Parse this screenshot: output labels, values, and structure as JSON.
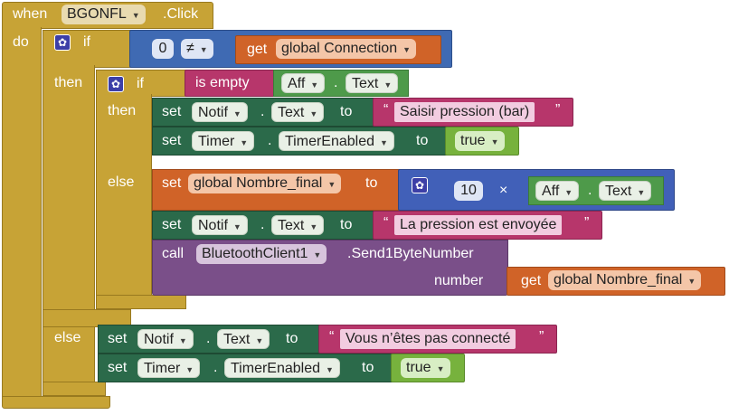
{
  "event": {
    "when": "when",
    "component": "BGONFL",
    "event_name": ".Click",
    "do": "do"
  },
  "if1": {
    "if": "if",
    "then": "then",
    "else": "else",
    "cond": {
      "left": "0",
      "op": "≠",
      "get": "get",
      "var": "global Connection"
    }
  },
  "if2": {
    "if": "if",
    "then": "then",
    "else": "else",
    "cond": {
      "fn": "is empty",
      "comp": "Aff",
      "prop": "Text"
    }
  },
  "then2": [
    {
      "set": "set",
      "comp": "Notif",
      "prop": "Text",
      "to": "to",
      "value": "Saisir pression (bar)"
    },
    {
      "set": "set",
      "comp": "Timer",
      "prop": "TimerEnabled",
      "to": "to",
      "value": "true"
    }
  ],
  "else2": {
    "set_global": {
      "set": "set",
      "var": "global Nombre_final",
      "to": "to",
      "num": "10",
      "op": "×",
      "comp": "Aff",
      "prop": "Text"
    },
    "set_notif": {
      "set": "set",
      "comp": "Notif",
      "prop": "Text",
      "to": "to",
      "value": "La pression est envoyée"
    },
    "call": {
      "call": "call",
      "comp": "BluetoothClient1",
      "method": ".Send1ByteNumber",
      "param": "number",
      "get": "get",
      "var": "global Nombre_final"
    }
  },
  "else1": [
    {
      "set": "set",
      "comp": "Notif",
      "prop": "Text",
      "to": "to",
      "value": "Vous n’êtes pas connecté"
    },
    {
      "set": "set",
      "comp": "Timer",
      "prop": "TimerEnabled",
      "to": "to",
      "value": "true"
    }
  ],
  "quote_open": "“",
  "quote_close": "”",
  "icons": {
    "gear": "gear-icon",
    "dropdown": "chevron-down-icon"
  }
}
